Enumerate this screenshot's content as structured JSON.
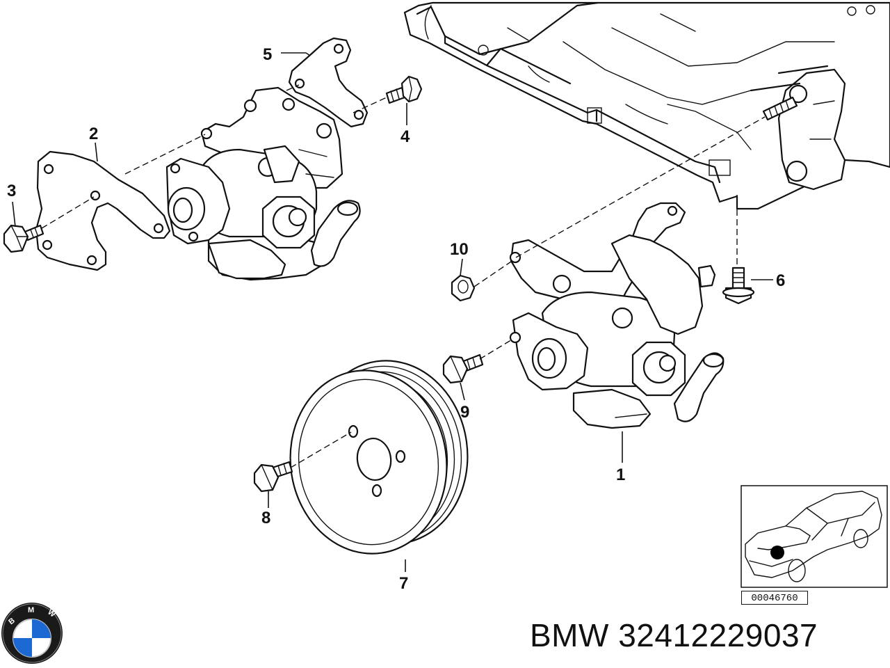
{
  "callouts": {
    "c1": "1",
    "c2": "2",
    "c3": "3",
    "c4": "4",
    "c5": "5",
    "c6": "6",
    "c7": "7",
    "c8": "8",
    "c9": "9",
    "c10": "10"
  },
  "reference_code": "00046760",
  "footer": {
    "brand": "BMW",
    "part_number": "32412229037",
    "logo_letters": "BMW"
  },
  "colors": {
    "line": "#111111",
    "background": "#ffffff",
    "logo_blue": "#1c69d4"
  },
  "icons": [
    "bmw-logo-icon",
    "car-locator-icon"
  ]
}
